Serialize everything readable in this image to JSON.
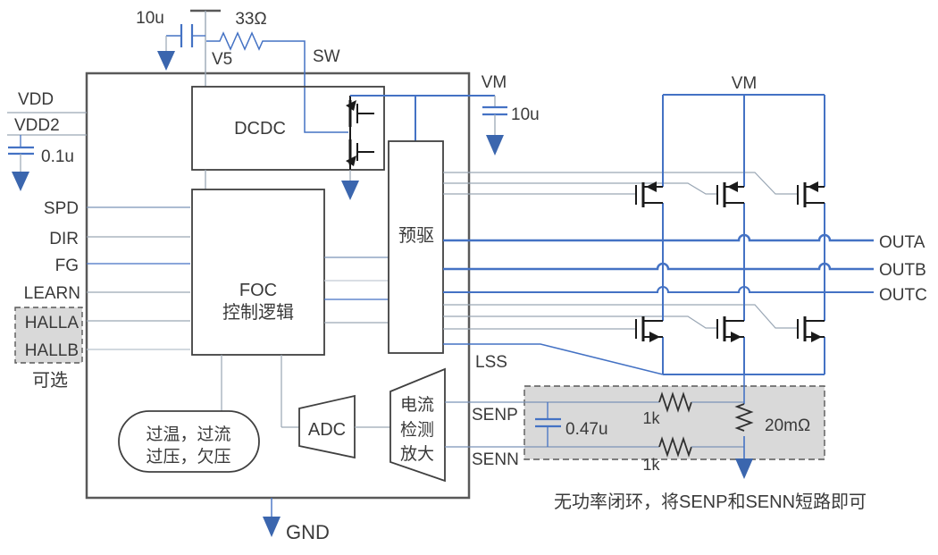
{
  "external_top": {
    "cap_value": "10u",
    "resistor_value": "33Ω",
    "v5_label": "V5",
    "sw_label": "SW"
  },
  "left_pins": {
    "vdd": "VDD",
    "vdd2": "VDD2",
    "cap_value": "0.1u",
    "spd": "SPD",
    "dir": "DIR",
    "fg": "FG",
    "learn": "LEARN",
    "halla": "HALLA",
    "hallb": "HALLB",
    "optional_note": "可选"
  },
  "blocks": {
    "dcdc": "DCDC",
    "foc_line1": "FOC",
    "foc_line2": "控制逻辑",
    "predriver": "预驱",
    "adc": "ADC",
    "amp_line1": "电流",
    "amp_line2": "检测",
    "amp_line3": "放大",
    "protect_line1": "过温，过流",
    "protect_line2": "过压，欠压"
  },
  "vm_area": {
    "vm_label": "VM",
    "cap_value": "10u"
  },
  "bridge": {
    "vm_label": "VM",
    "outa": "OUTA",
    "outb": "OUTB",
    "outc": "OUTC"
  },
  "sense": {
    "lss": "LSS",
    "senp": "SENP",
    "senn": "SENN",
    "cap_value": "0.47u",
    "r_top": "1k",
    "r_bot": "1k",
    "shunt": "20mΩ",
    "note": "无功率闭环，将SENP和SENN短路即可"
  },
  "gnd_label": "GND",
  "colors": {
    "wire_blue": "#4472C4",
    "wire_gray": "#9AA7B5",
    "arrow_blue": "#3B66AE",
    "outline_dark": "#404040",
    "chip_outline": "#595959",
    "shade_fill": "#D9D9D9"
  }
}
